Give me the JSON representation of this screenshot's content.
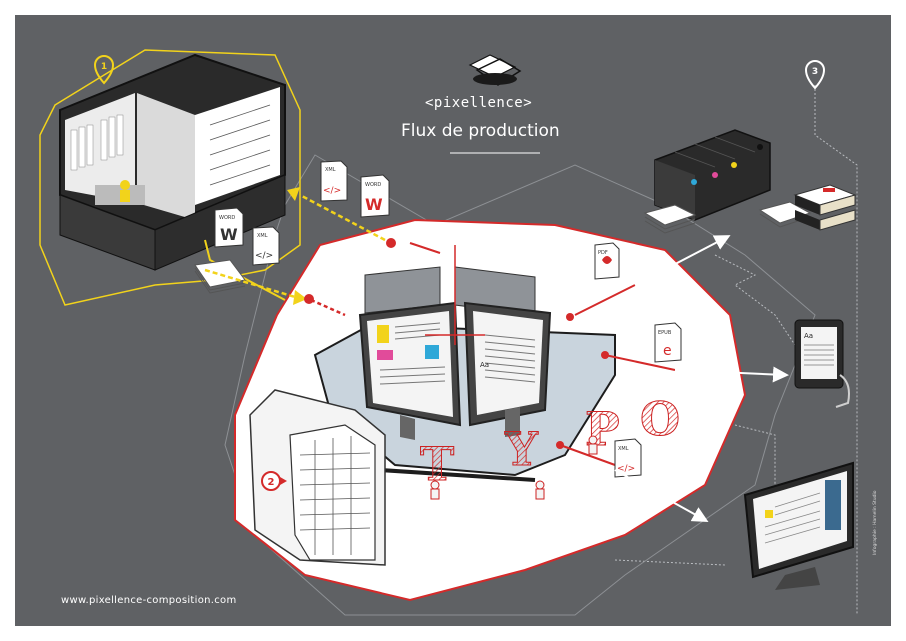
{
  "brand": {
    "name": "<pixellence>",
    "title": "Flux de production",
    "website": "www.pixellence-composition.com"
  },
  "credit": "Infographie : Hamelin Studio",
  "steps": [
    "1",
    "2",
    "3"
  ],
  "file_labels": {
    "xml": "XML",
    "word": "WORD",
    "pdf": "PDF",
    "epub": "EPUB",
    "word_glyph": "W",
    "code_glyph": "</>",
    "epub_glyph": "e",
    "reader_aa": "Aa"
  },
  "letters": [
    "T",
    "Y",
    "P",
    "O"
  ],
  "colors": {
    "background": "#5f6164",
    "accent_red": "#d42a2a",
    "accent_yellow": "#f2d31b",
    "hub_fill": "#ffffff",
    "platform": "#c9d4dd"
  }
}
